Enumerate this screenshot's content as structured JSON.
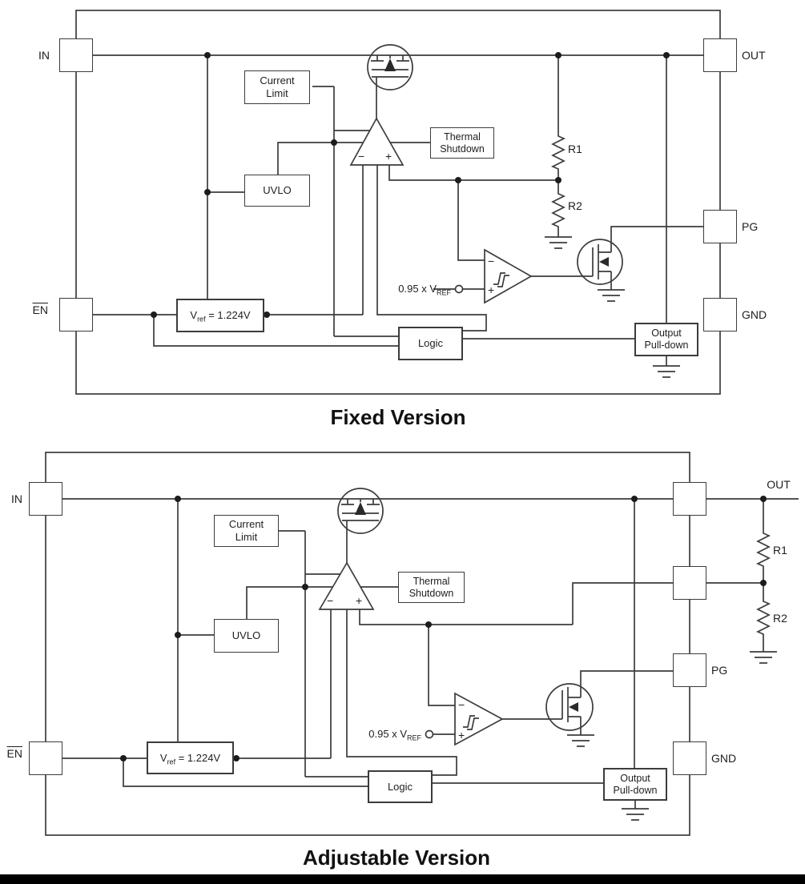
{
  "page": {
    "background": "#ffffff",
    "line_color": "#3c3c3c",
    "bottom_bar_color": "#000000"
  },
  "diagrams": [
    {
      "caption": "Fixed Version",
      "pins": {
        "in": "IN",
        "out": "OUT",
        "pg": "PG",
        "gnd": "GND",
        "en": "EN"
      },
      "blocks": {
        "current_limit": {
          "line1": "Current",
          "line2": "Limit"
        },
        "uvlo": "UVLO",
        "thermal": {
          "line1": "Thermal",
          "line2": "Shutdown"
        },
        "vref": {
          "pre": "V",
          "sub": "ref",
          "post": " = 1.224V"
        },
        "logic": "Logic",
        "output_pulldown": {
          "line1": "Output",
          "line2": "Pull-down"
        }
      },
      "resistors": {
        "r1": "R1",
        "r2": "R2"
      },
      "comparator": {
        "ref_pre": "0.95 x V",
        "ref_sub": "REF"
      },
      "symbols": {
        "minus": "−",
        "plus": "+"
      }
    },
    {
      "caption": "Adjustable Version",
      "pins": {
        "in": "IN",
        "out": "OUT",
        "pg": "PG",
        "gnd": "GND",
        "en": "EN"
      },
      "blocks": {
        "current_limit": {
          "line1": "Current",
          "line2": "Limit"
        },
        "uvlo": "UVLO",
        "thermal": {
          "line1": "Thermal",
          "line2": "Shutdown"
        },
        "vref": {
          "pre": "V",
          "sub": "ref",
          "post": " = 1.224V"
        },
        "logic": "Logic",
        "output_pulldown": {
          "line1": "Output",
          "line2": "Pull-down"
        }
      },
      "resistors": {
        "r1": "R1",
        "r2": "R2"
      },
      "comparator": {
        "ref_pre": "0.95 x V",
        "ref_sub": "REF"
      },
      "symbols": {
        "minus": "−",
        "plus": "+"
      }
    }
  ]
}
